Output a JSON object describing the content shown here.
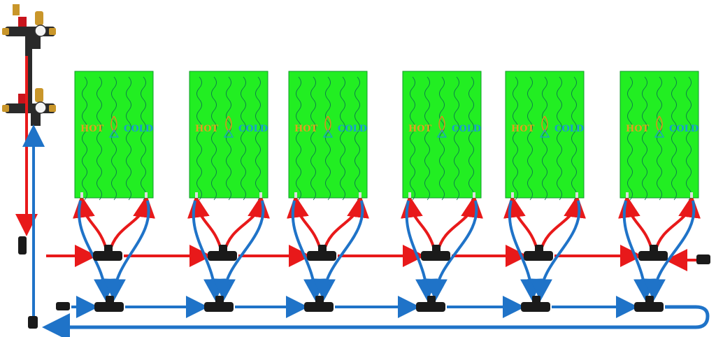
{
  "diagram": {
    "panel_count": 6,
    "panel_brand_hot": "HOT",
    "panel_brand_cold": "COLD",
    "colors": {
      "panel_fill": "#22ee22",
      "panel_coil": "#0a7a4a",
      "supply": "#e8191a",
      "return": "#1f73c8",
      "fitting": "#1a1a1a",
      "hot_text": "#e0a020",
      "cold_text": "#1a9ad6",
      "manifold_red": "#c8141c",
      "manifold_brass": "#c9962a"
    }
  }
}
